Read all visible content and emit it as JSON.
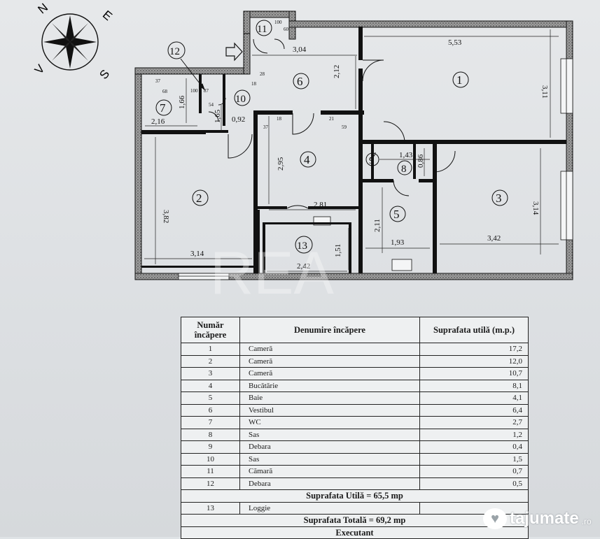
{
  "compass": {
    "n": "N",
    "e": "E",
    "s": "S",
    "v": "V"
  },
  "dimensions": {
    "d_304": "3,04",
    "d_553": "5,53",
    "d_212": "2,12",
    "d_311": "3,11",
    "d_166": "1,66",
    "d_216": "2,16",
    "d_165": "1,65",
    "d_092": "0,92",
    "d_295": "2,95",
    "d_382": "3,82",
    "d_314": "3,14",
    "d_281": "2,81",
    "d_143": "1,43",
    "d_086": "0,86",
    "d_314b": "3,14",
    "d_211": "2,11",
    "d_193": "1,93",
    "d_342": "3,42",
    "d_151": "1,51",
    "d_242": "2,42"
  },
  "small_marks": {
    "m100": "100",
    "m60": "60",
    "m28": "28",
    "m18": "18",
    "m37a": "37",
    "m68": "68",
    "m100b": "100",
    "m87": "87",
    "m54": "54",
    "m37b": "37",
    "m18b": "18",
    "m21": "21",
    "m59": "59"
  },
  "rooms": [
    "1",
    "2",
    "3",
    "4",
    "5",
    "6",
    "7",
    "8",
    "9",
    "10",
    "11",
    "12",
    "13"
  ],
  "watermark_plan": "REA",
  "schedule": {
    "headers": [
      "Număr încăpere",
      "Denumire încăpere",
      "Suprafata utilă (m.p.)"
    ],
    "rows": [
      {
        "nr": "1",
        "name": "Cameră",
        "area": "17,2"
      },
      {
        "nr": "2",
        "name": "Cameră",
        "area": "12,0"
      },
      {
        "nr": "3",
        "name": "Cameră",
        "area": "10,7"
      },
      {
        "nr": "4",
        "name": "Bucătărie",
        "area": "8,1"
      },
      {
        "nr": "5",
        "name": "Baie",
        "area": "4,1"
      },
      {
        "nr": "6",
        "name": "Vestibul",
        "area": "6,4"
      },
      {
        "nr": "7",
        "name": "WC",
        "area": "2,7"
      },
      {
        "nr": "8",
        "name": "Sas",
        "area": "1,2"
      },
      {
        "nr": "9",
        "name": "Debara",
        "area": "0,4"
      },
      {
        "nr": "10",
        "name": "Sas",
        "area": "1,5"
      },
      {
        "nr": "11",
        "name": "Cămară",
        "area": "0,7"
      },
      {
        "nr": "12",
        "name": "Debara",
        "area": "0,5"
      }
    ],
    "suprafata_utila": "Suprafata Utilă = 65,5 mp",
    "loggia": {
      "nr": "13",
      "name": "Loggie",
      "area": ""
    },
    "suprafata_totala": "Suprafata Totală = 69,2 mp",
    "executant": "Executant"
  },
  "site_watermark": {
    "name": "tajumate",
    "suffix": ".ro"
  }
}
